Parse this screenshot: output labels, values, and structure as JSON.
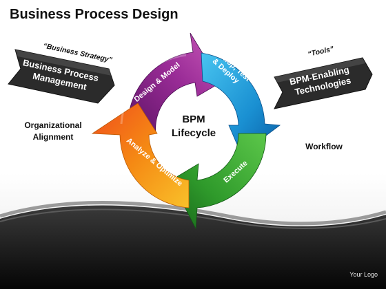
{
  "title": "Business Process Design",
  "center": {
    "line1": "BPM",
    "line2": "Lifecycle"
  },
  "cycle": [
    {
      "label": "Design & Model",
      "color": "#8e2a8e"
    },
    {
      "label_lines": [
        "Develop, Test",
        "& Deploy"
      ],
      "color": "#1aa0de"
    },
    {
      "label": "Execute",
      "color": "#3aa635"
    },
    {
      "label": "Analyze & Optimize",
      "color": "#f08c12"
    }
  ],
  "left_banner": {
    "quote": "“Business Strategy”",
    "lines": [
      "Business Process",
      "Management"
    ],
    "caption_lines": [
      "Organizational",
      "Alignment"
    ]
  },
  "right_banner": {
    "quote": "“Tools”",
    "lines": [
      "BPM-Enabling",
      "Technologies"
    ],
    "caption": "Workflow"
  },
  "footer": {
    "logo": "Your Logo"
  },
  "colors": {
    "banner": "#2b2b2b",
    "footer_bg": "#1a1a1a",
    "swoosh": "#8d8d8d"
  }
}
